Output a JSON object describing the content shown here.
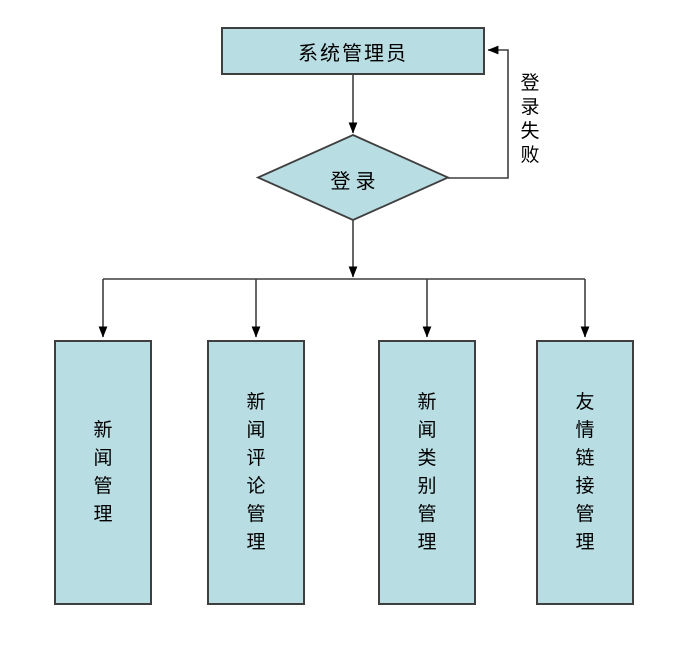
{
  "diagram": {
    "admin_label": "系统管理员",
    "decision_label": "登录",
    "feedback_label": "登录失败",
    "modules": [
      {
        "label": "新闻管理"
      },
      {
        "label": "新闻评论管理"
      },
      {
        "label": "新闻类别管理"
      },
      {
        "label": "友情链接管理"
      }
    ],
    "colors": {
      "node_fill": "#b8dde2",
      "node_border": "#3f3f3f",
      "connector": "#3f3f3f",
      "arrowhead": "#000000",
      "text": "#000000",
      "background": "#ffffff"
    }
  }
}
